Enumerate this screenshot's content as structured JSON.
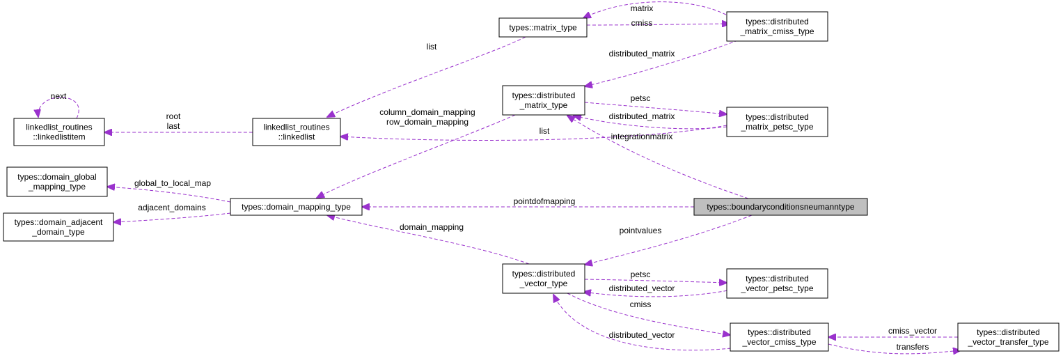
{
  "nodes": {
    "matrix_type": {
      "lines": [
        "types::matrix_type"
      ],
      "highlight": false
    },
    "dist_matrix_cmiss": {
      "lines": [
        "types::distributed",
        "_matrix_cmiss_type"
      ],
      "highlight": false
    },
    "dist_matrix": {
      "lines": [
        "types::distributed",
        "_matrix_type"
      ],
      "highlight": false
    },
    "dist_matrix_petsc": {
      "lines": [
        "types::distributed",
        "_matrix_petsc_type"
      ],
      "highlight": false
    },
    "linkedlistitem": {
      "lines": [
        "linkedlist_routines",
        "::linkedlistitem"
      ],
      "highlight": false
    },
    "linkedlist": {
      "lines": [
        "linkedlist_routines",
        "::linkedlist"
      ],
      "highlight": false
    },
    "domain_global": {
      "lines": [
        "types::domain_global",
        "_mapping_type"
      ],
      "highlight": false
    },
    "domain_adjacent": {
      "lines": [
        "types::domain_adjacent",
        "_domain_type"
      ],
      "highlight": false
    },
    "domain_mapping": {
      "lines": [
        "types::domain_mapping_type"
      ],
      "highlight": false
    },
    "bc_neumann": {
      "lines": [
        "types::boundaryconditionsneumanntype"
      ],
      "highlight": true
    },
    "dist_vector": {
      "lines": [
        "types::distributed",
        "_vector_type"
      ],
      "highlight": false
    },
    "dist_vector_petsc": {
      "lines": [
        "types::distributed",
        "_vector_petsc_type"
      ],
      "highlight": false
    },
    "dist_vector_cmiss": {
      "lines": [
        "types::distributed",
        "_vector_cmiss_type"
      ],
      "highlight": false
    },
    "dist_vector_transfer": {
      "lines": [
        "types::distributed",
        "_vector_transfer_type"
      ],
      "highlight": false
    }
  },
  "edges": {
    "matrix": {
      "labels": [
        "matrix"
      ]
    },
    "cmiss_matrix": {
      "labels": [
        "cmiss"
      ]
    },
    "list_matrix_type": {
      "labels": [
        "list"
      ]
    },
    "distributed_matrix_cmiss": {
      "labels": [
        "distributed_matrix"
      ]
    },
    "petsc_matrix": {
      "labels": [
        "petsc"
      ]
    },
    "distributed_matrix_petsc": {
      "labels": [
        "distributed_matrix"
      ]
    },
    "next": {
      "labels": [
        "next"
      ]
    },
    "root_last": {
      "labels": [
        "root",
        "last"
      ]
    },
    "column_row_mapping": {
      "labels": [
        "column_domain_mapping",
        "row_domain_mapping"
      ]
    },
    "list_petsc": {
      "labels": [
        "list"
      ]
    },
    "integrationmatrix": {
      "labels": [
        "integrationmatrix"
      ]
    },
    "global_to_local_map": {
      "labels": [
        "global_to_local_map"
      ]
    },
    "adjacent_domains": {
      "labels": [
        "adjacent_domains"
      ]
    },
    "pointdofmapping": {
      "labels": [
        "pointdofmapping"
      ]
    },
    "domain_mapping": {
      "labels": [
        "domain_mapping"
      ]
    },
    "pointvalues": {
      "labels": [
        "pointvalues"
      ]
    },
    "petsc_vector": {
      "labels": [
        "petsc"
      ]
    },
    "distributed_vector_petsc": {
      "labels": [
        "distributed_vector"
      ]
    },
    "cmiss_vector_edge": {
      "labels": [
        "cmiss"
      ]
    },
    "distributed_vector_cmiss": {
      "labels": [
        "distributed_vector"
      ]
    },
    "cmiss_vector": {
      "labels": [
        "cmiss_vector"
      ]
    },
    "transfers": {
      "labels": [
        "transfers"
      ]
    }
  },
  "colors": {
    "edge": "#9a32cd",
    "highlight_fill": "#bfbfbf",
    "node_border": "#000000"
  }
}
